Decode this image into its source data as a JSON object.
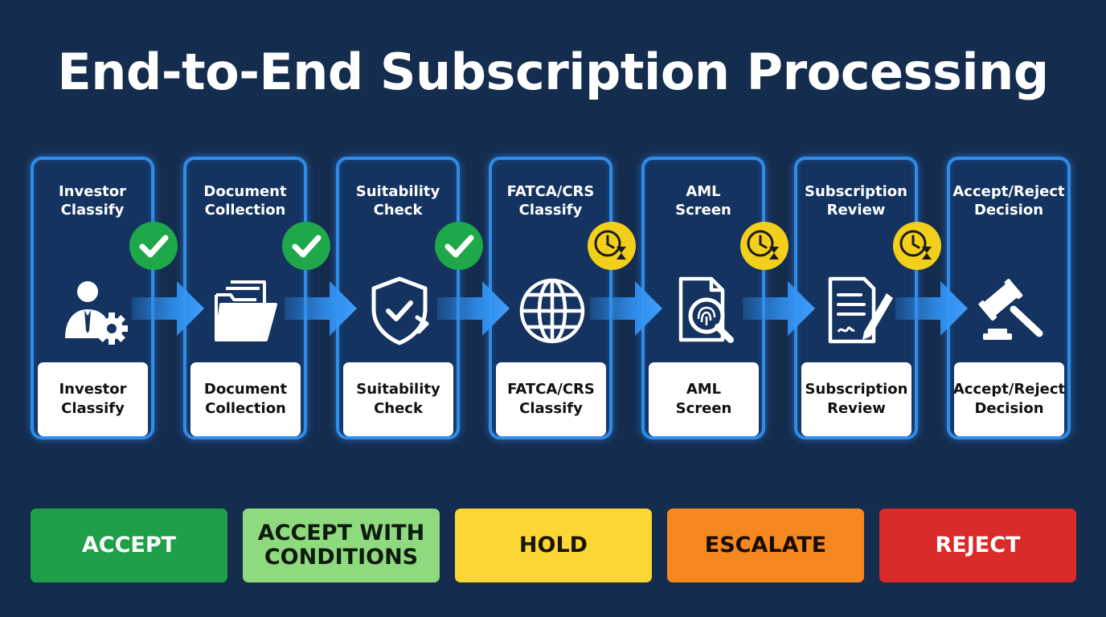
{
  "title": "End-to-End Subscription Processing",
  "colors": {
    "background": "#142c4e",
    "stage_border": "#2f8ce8",
    "complete": "#1fa84a",
    "pending": "#f2cf1a",
    "arrow": "#2f90f0"
  },
  "stages": [
    {
      "header": "Investor\nClassify",
      "label": "Investor\nClassify",
      "icon": "investor-gear-icon",
      "status": "complete"
    },
    {
      "header": "Document\nCollection",
      "label": "Document\nCollection",
      "icon": "folder-documents-icon",
      "status": "complete"
    },
    {
      "header": "Suitability\nCheck",
      "label": "Suitability\nCheck",
      "icon": "shield-check-icon",
      "status": "complete"
    },
    {
      "header": "FATCA/CRS\nClassify",
      "label": "FATCA/CRS\nClassify",
      "icon": "globe-icon",
      "status": "pending"
    },
    {
      "header": "AML\nScreen",
      "label": "AML\nScreen",
      "icon": "fingerprint-magnifier-icon",
      "status": "pending"
    },
    {
      "header": "Subscription\nReview",
      "label": "Subscription\nReview",
      "icon": "document-pen-icon",
      "status": "pending"
    },
    {
      "header": "Accept/Reject\nDecision",
      "label": "Accept/Reject\nDecision",
      "icon": "gavel-icon",
      "status": "none"
    }
  ],
  "outcomes": [
    {
      "label": "ACCEPT",
      "color": "#1fa048",
      "text_color": "#ffffff"
    },
    {
      "label": "ACCEPT WITH\nCONDITIONS",
      "color": "#8fd97e",
      "text_color": "#0d1a10"
    },
    {
      "label": "HOLD",
      "color": "#fbd635",
      "text_color": "#1a1505"
    },
    {
      "label": "ESCALATE",
      "color": "#f5891f",
      "text_color": "#1a0d03"
    },
    {
      "label": "REJECT",
      "color": "#da2a2a",
      "text_color": "#ffffff"
    }
  ]
}
